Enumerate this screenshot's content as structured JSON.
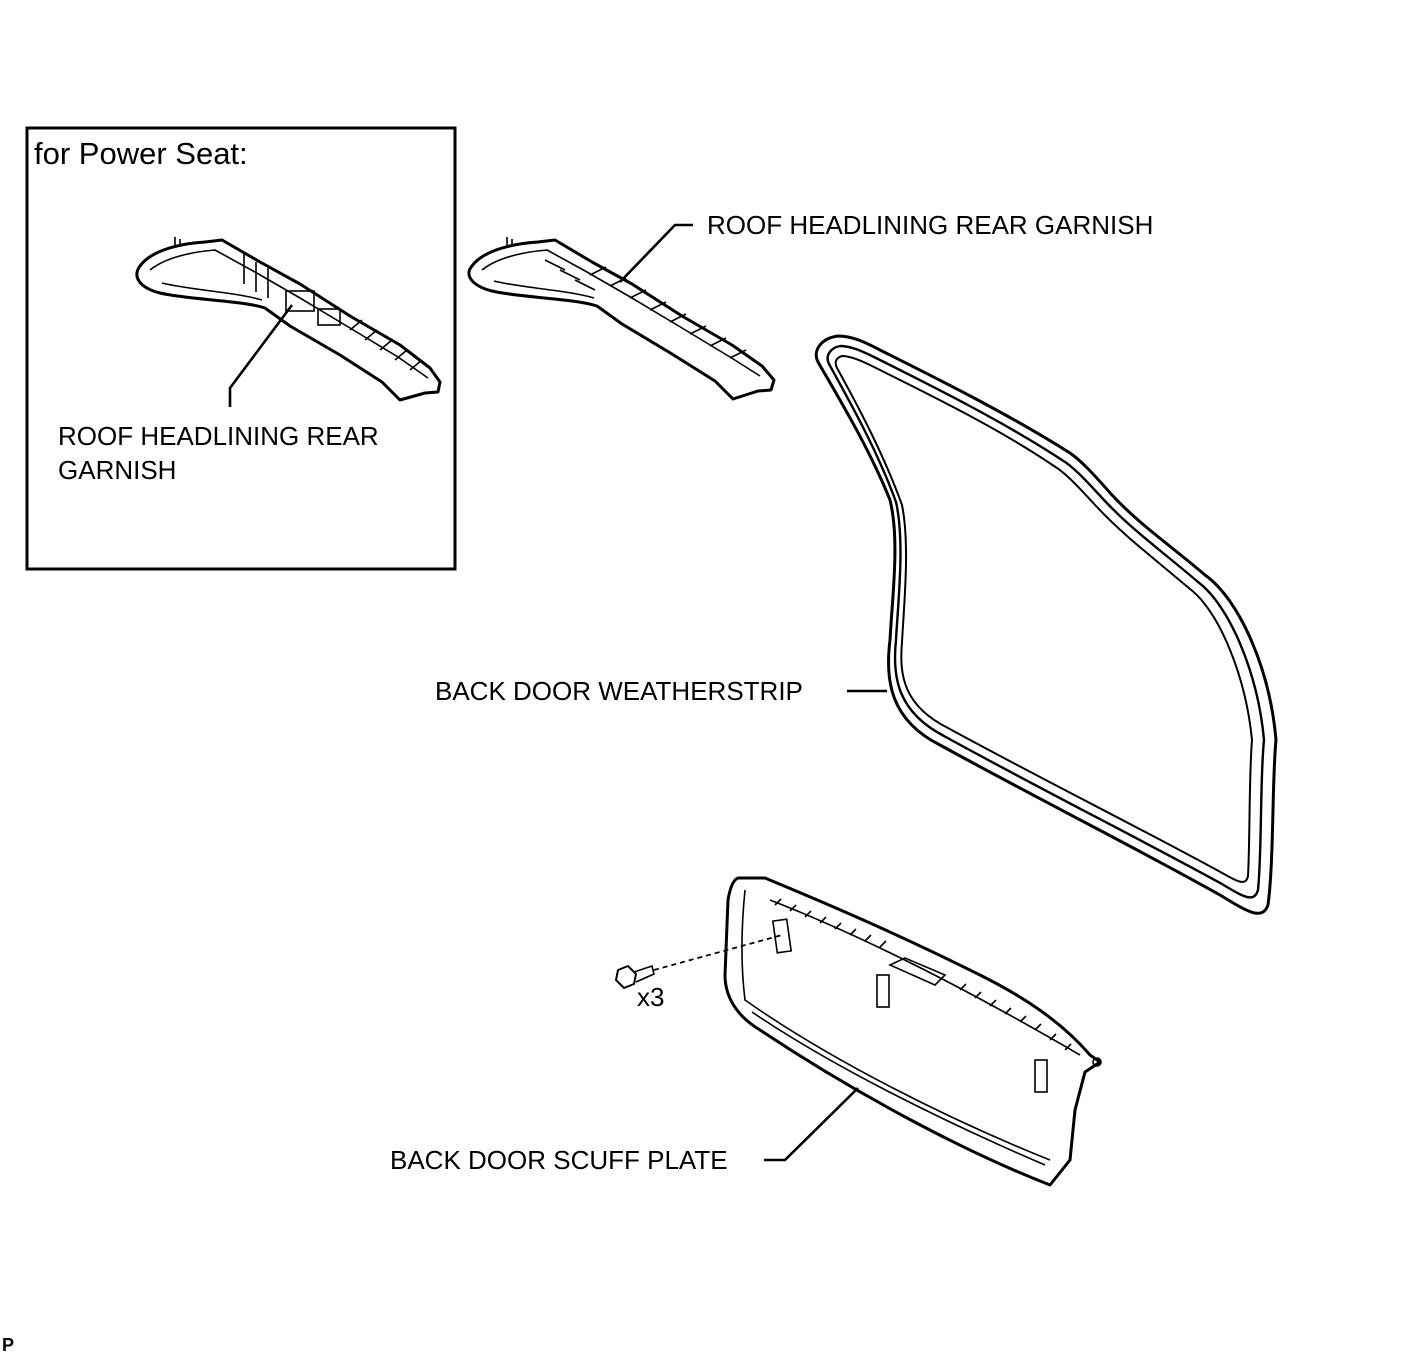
{
  "inset": {
    "title": "for Power Seat:",
    "garnish_label_line1": "ROOF HEADLINING REAR",
    "garnish_label_line2": "GARNISH"
  },
  "labels": {
    "roof_garnish": "ROOF HEADLINING REAR GARNISH",
    "weatherstrip": "BACK DOOR WEATHERSTRIP",
    "scuff_plate": "BACK DOOR SCUFF PLATE",
    "bolt_qty": "x3"
  },
  "corner_mark": "P"
}
